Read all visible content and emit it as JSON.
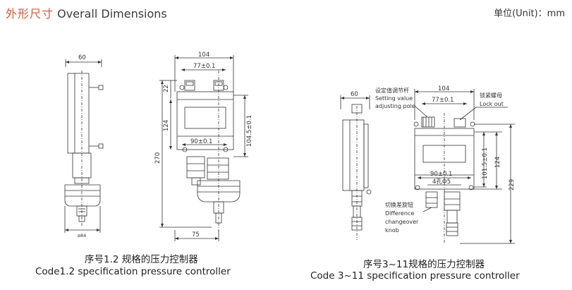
{
  "header": {
    "title_cn": "外形尺寸",
    "title_en": "Overall Dimensions",
    "unit": "单位(Unit)：mm"
  },
  "fig1": {
    "side": {
      "width": "60",
      "diameter": "ø84"
    },
    "front": {
      "width": "104",
      "top_spacing": "77±0.1",
      "hole_spacing": "90±0.1",
      "height_22": "22",
      "height_124": "124",
      "height_270": "270",
      "height_1045": "104.5±0.1",
      "width_75": "75"
    },
    "caption_cn": "序号1.2 规格的压力控制器",
    "caption_en": "Code1.2 specification pressure controller"
  },
  "fig2": {
    "side": {
      "width": "60"
    },
    "front": {
      "width": "104",
      "top_spacing": "77±0.1",
      "hole_spacing": "90±0.1",
      "holes": "4孔Φ5",
      "height_1015": "101.5±0.1",
      "height_124": "124",
      "height_229": "229"
    },
    "notes": {
      "setting_cn": "设定值调节杆",
      "setting_en1": "Setting value",
      "setting_en2": "adjusting pole",
      "lock_cn": "锁紧螺母",
      "lock_en": "Lock out",
      "diff_cn": "切换差旋钮",
      "diff_en1": "Difference",
      "diff_en2": "changeover",
      "diff_en3": "knob"
    },
    "caption_cn": "序号3~11规格的压力控制器",
    "caption_en": "Code 3~11 specification pressure controller"
  }
}
